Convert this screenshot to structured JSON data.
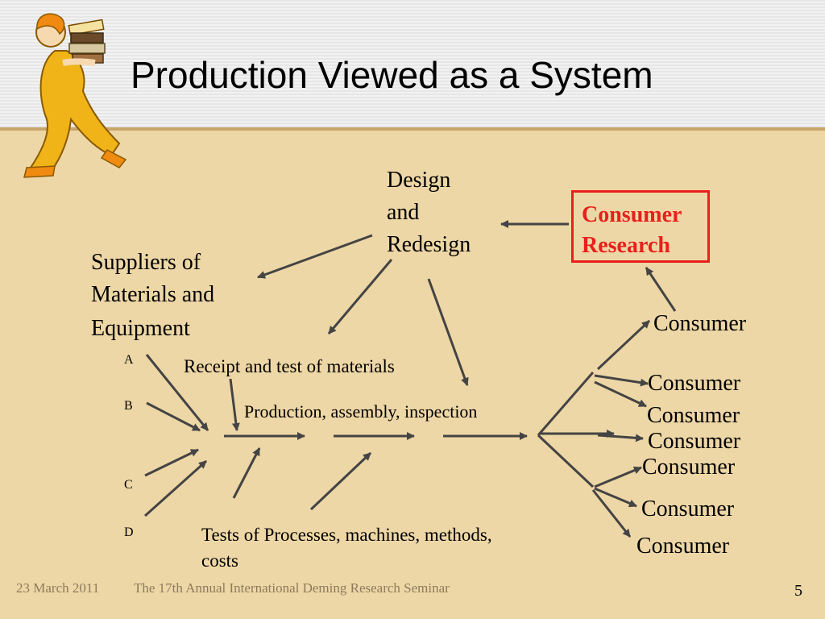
{
  "title": "Production Viewed as a System",
  "nodes": {
    "design": [
      "Design",
      "and",
      "Redesign"
    ],
    "consumer_research": [
      "Consumer",
      "Research"
    ],
    "suppliers": [
      "Suppliers of",
      "Materials and",
      "Equipment"
    ],
    "receipt": "Receipt and test of materials",
    "production": "Production, assembly, inspection",
    "tests": [
      "Tests of Processes, machines, methods,",
      "costs"
    ],
    "supplier_labels": [
      "A",
      "B",
      "C",
      "D"
    ],
    "consumers": [
      "Consumer",
      "Consumer",
      "Consumer",
      "Consumer",
      "Consumer",
      "Consumer",
      "Consumer"
    ]
  },
  "footer": {
    "date": "23 March 2011",
    "event": "The 17th Annual International Deming Research Seminar",
    "page": "5"
  },
  "colors": {
    "background": "#eed7a6",
    "accent_red": "#e8201c",
    "arrow": "#444444",
    "footer_text": "#8c7a5c"
  }
}
